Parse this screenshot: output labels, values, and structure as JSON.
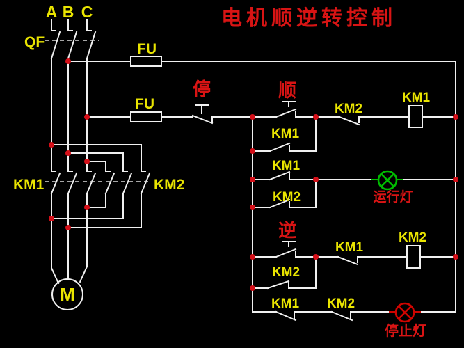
{
  "title": "电机顺逆转控制",
  "colors": {
    "background": "#000000",
    "wire": "#f0f0f0",
    "label_yellow": "#e9e400",
    "label_red": "#d81414",
    "junction_dot": "#d40f18",
    "run_lamp_green": "#00bb00",
    "stop_lamp_red": "#cf0400"
  },
  "power": {
    "phase_a": "A",
    "phase_b": "B",
    "phase_c": "C",
    "breaker": "QF",
    "fuse_main": "FU",
    "fuse_control": "FU",
    "km1_main_contacts": "KM1",
    "km2_main_contacts": "KM2",
    "motor": "M"
  },
  "control": {
    "stop_button": "停",
    "forward_button": "顺",
    "forward_interlock_km2": "KM2",
    "forward_coil_km1": "KM1",
    "forward_seal_km1": "KM1",
    "run_lamp_contact_km1": "KM1",
    "run_lamp_contact_km2": "KM2",
    "run_lamp": "运行灯",
    "reverse_button": "逆",
    "reverse_interlock_km1": "KM1",
    "reverse_coil_km2": "KM2",
    "reverse_seal_km2": "KM2",
    "stop_lamp_contact_km1": "KM1",
    "stop_lamp_contact_km2": "KM2",
    "stop_lamp": "停止灯"
  }
}
